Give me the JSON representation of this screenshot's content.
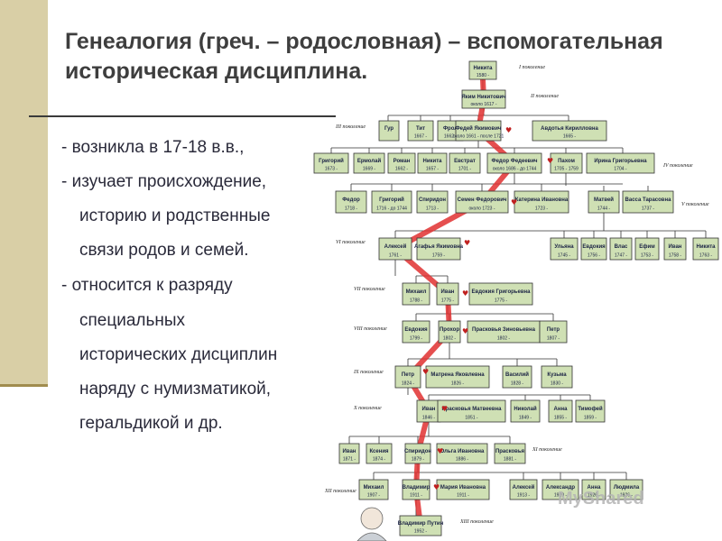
{
  "title": {
    "line1": "Генеалогия (греч. – родословная) – вспомогательная",
    "line2": "историческая дисциплина."
  },
  "bullets": [
    "- возникла в 17-18 в.в.,",
    "- изучает происхождение,",
    "историю и родственные",
    "связи родов и семей.",
    "- относится к разряду",
    "специальных",
    "исторических дисциплин",
    "наряду с нумизматикой,",
    "геральдикой и др."
  ],
  "generations": [
    "I поколение",
    "II поколение",
    "III поколение",
    "IV поколение",
    "V поколение",
    "VI поколение",
    "VII поколение",
    "VIII поколение",
    "IX поколение",
    "X поколение",
    "XI поколение",
    "XII поколение",
    "XIII поколение"
  ],
  "people": [
    {
      "name": "Никита",
      "years": "1580 -"
    },
    {
      "name": "Яким Никитович",
      "years": "около 1617 -"
    },
    {
      "name": "Гур",
      "years": ""
    },
    {
      "name": "Тит",
      "years": "1667 -"
    },
    {
      "name": "Фрол",
      "years": "1662 -"
    },
    {
      "name": "Федей Якимович",
      "years": "около 1661 - после 1721"
    },
    {
      "name": "Авдотья Кирилловна",
      "years": "1665 -"
    },
    {
      "name": "Григорий",
      "years": "1673 -"
    },
    {
      "name": "Ермолай",
      "years": "1669 -"
    },
    {
      "name": "Роман",
      "years": "1662 -"
    },
    {
      "name": "Никита",
      "years": "1657 -"
    },
    {
      "name": "Евстрат",
      "years": "1701 -"
    },
    {
      "name": "Федор Федеевич",
      "years": "около 1686 - до 1744"
    },
    {
      "name": "Пахом",
      "years": "1705 - 1759"
    },
    {
      "name": "Ирина Григорьевна",
      "years": "1704 -"
    },
    {
      "name": "Федор",
      "years": "1718 -"
    },
    {
      "name": "Григорий",
      "years": "1716 - до 1744"
    },
    {
      "name": "Спиридон",
      "years": "1713 -"
    },
    {
      "name": "Семен Федорович",
      "years": "около 1723 -"
    },
    {
      "name": "Катерина Ивановна",
      "years": "1723 -"
    },
    {
      "name": "Матвей",
      "years": "1744 -"
    },
    {
      "name": "Васса Тарасовна",
      "years": "1737 -"
    },
    {
      "name": "Алексей",
      "years": "1761 -"
    },
    {
      "name": "Агафья Якимовна",
      "years": "1759 -"
    },
    {
      "name": "Ульяна",
      "years": "1745 -"
    },
    {
      "name": "Евдокия",
      "years": "1756 -"
    },
    {
      "name": "Влас",
      "years": "1747 -"
    },
    {
      "name": "Ефим",
      "years": "1753 -"
    },
    {
      "name": "Иван",
      "years": "1758 -"
    },
    {
      "name": "Никита",
      "years": "1763 -"
    },
    {
      "name": "Михаил",
      "years": "1788 -"
    },
    {
      "name": "Иван",
      "years": "1775 -"
    },
    {
      "name": "Евдокия Григорьевна",
      "years": "1775 -"
    },
    {
      "name": "Евдокия",
      "years": "1799 -"
    },
    {
      "name": "Прохор",
      "years": "1802 -"
    },
    {
      "name": "Прасковья Зиновьевна",
      "years": "1802 -"
    },
    {
      "name": "Петр",
      "years": "1807 -"
    },
    {
      "name": "Петр",
      "years": "1824 -"
    },
    {
      "name": "Матрена Яковлевна",
      "years": "1826 -"
    },
    {
      "name": "Василий",
      "years": "1828 -"
    },
    {
      "name": "Кузьма",
      "years": "1830 -"
    },
    {
      "name": "Иван",
      "years": "1846 -"
    },
    {
      "name": "Прасковья Матвеевна",
      "years": "1851 -"
    },
    {
      "name": "Николай",
      "years": "1849 -"
    },
    {
      "name": "Анна",
      "years": "1855 -"
    },
    {
      "name": "Тимофей",
      "years": "1859 -"
    },
    {
      "name": "Иван",
      "years": "1871 -"
    },
    {
      "name": "Ксения",
      "years": "1874 -"
    },
    {
      "name": "Спиридон",
      "years": "1879 -"
    },
    {
      "name": "Ольга Ивановна",
      "years": "1886 -"
    },
    {
      "name": "Прасковья",
      "years": "1881 -"
    },
    {
      "name": "Михаил",
      "years": "1907 -"
    },
    {
      "name": "Владимир",
      "years": "1911 -"
    },
    {
      "name": "Мария Ивановна",
      "years": "1911 -"
    },
    {
      "name": "Алексей",
      "years": "1913 -"
    },
    {
      "name": "Александр",
      "years": "1920 -"
    },
    {
      "name": "Анна",
      "years": "1926 -"
    },
    {
      "name": "Людмила",
      "years": "1926 -"
    },
    {
      "name": "Владимир Путин",
      "years": "1952 -"
    }
  ],
  "watermark": "MyShared",
  "colors": {
    "box_fill": "#cfe0b4",
    "main_line": "#e03030",
    "text": "#2a2a3a",
    "side_bar": "#d9cfa6"
  }
}
